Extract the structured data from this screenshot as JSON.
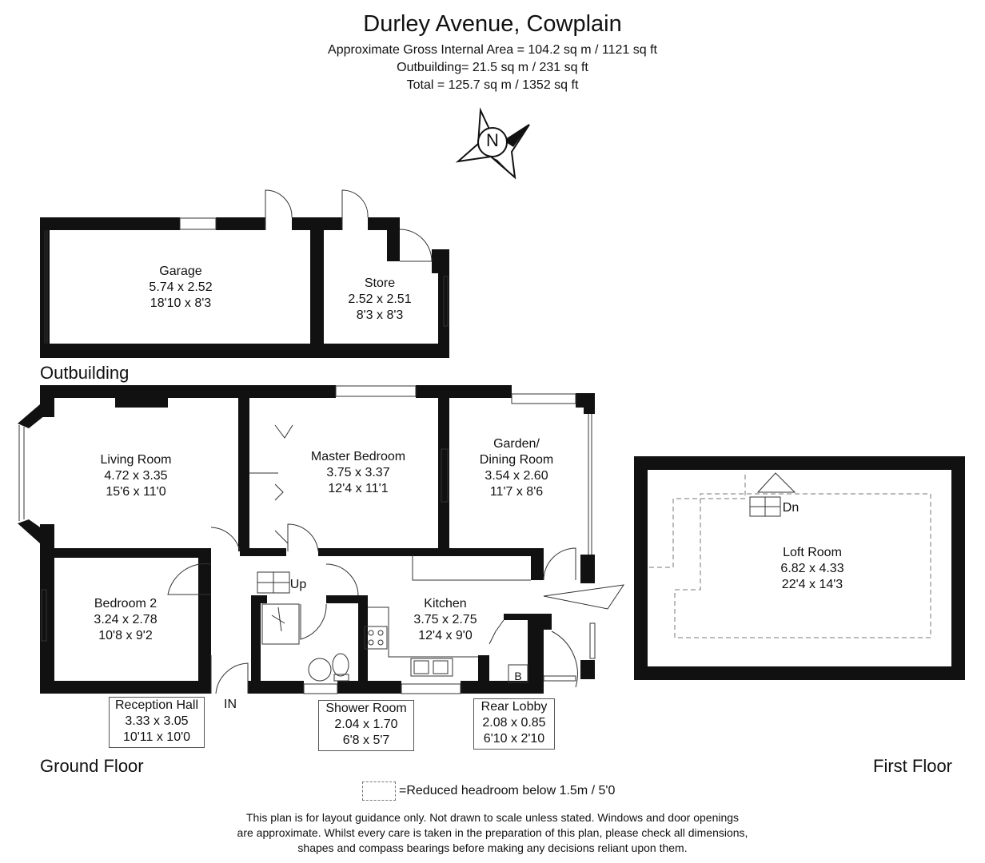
{
  "header": {
    "title": "Durley Avenue, Cowplain",
    "area_line": "Approximate Gross Internal Area = 104.2 sq m / 1121 sq ft",
    "outbuilding_line": "Outbuilding= 21.5 sq m / 231 sq ft",
    "total_line": "Total = 125.7 sq m / 1352 sq ft"
  },
  "compass": {
    "label": "N"
  },
  "outbuilding": {
    "label": "Outbuilding",
    "garage": {
      "name": "Garage",
      "metric": "5.74 x 2.52",
      "imperial": "18'10 x 8'3"
    },
    "store": {
      "name": "Store",
      "metric": "2.52 x 2.51",
      "imperial": "8'3 x 8'3"
    }
  },
  "ground_floor": {
    "label": "Ground Floor",
    "living": {
      "name": "Living Room",
      "metric": "4.72 x 3.35",
      "imperial": "15'6 x 11'0"
    },
    "master": {
      "name": "Master Bedroom",
      "metric": "3.75 x 3.37",
      "imperial": "12'4 x 11'1"
    },
    "garden": {
      "name1": "Garden/",
      "name2": "Dining Room",
      "metric": "3.54 x 2.60",
      "imperial": "11'7 x 8'6"
    },
    "bedroom2": {
      "name": "Bedroom 2",
      "metric": "3.24 x 2.78",
      "imperial": "10'8 x 9'2"
    },
    "kitchen": {
      "name": "Kitchen",
      "metric": "3.75 x 2.75",
      "imperial": "12'4 x 9'0"
    },
    "hall": {
      "name": "Reception Hall",
      "metric": "3.33 x 3.05",
      "imperial": "10'11 x 10'0"
    },
    "shower": {
      "name": "Shower Room",
      "metric": "2.04 x 1.70",
      "imperial": "6'8 x 5'7"
    },
    "lobby": {
      "name": "Rear Lobby",
      "metric": "2.08 x 0.85",
      "imperial": "6'10 x 2'10"
    },
    "up_label": "Up",
    "in_label": "IN",
    "boiler_label": "B"
  },
  "first_floor": {
    "label": "First Floor",
    "loft": {
      "name": "Loft Room",
      "metric": "6.82 x 4.33",
      "imperial": "22'4 x 14'3"
    },
    "dn_label": "Dn"
  },
  "legend": {
    "text": "=Reduced headroom below 1.5m / 5'0"
  },
  "disclaimer": {
    "line1": "This plan is for layout guidance only. Not drawn to scale unless stated. Windows and door openings",
    "line2": "are approximate. Whilst every care is taken in the preparation of this plan, please check all dimensions,",
    "line3": "shapes and compass bearings before making any decisions reliant upon them."
  }
}
